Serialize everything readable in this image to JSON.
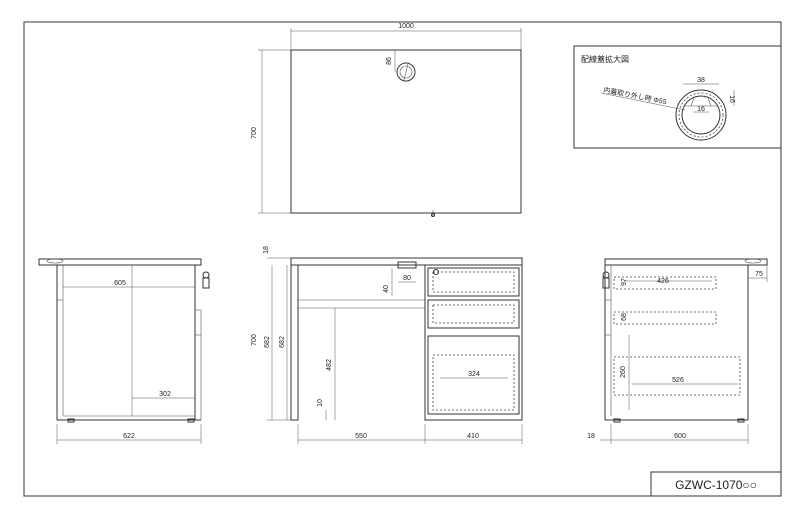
{
  "model_code": "GZWC-1070○○",
  "detail": {
    "title": "配線蓋拡大図",
    "caption": "内蓋取り外し時 Φ55",
    "d38": "38",
    "d16a": "16",
    "d16b": "16"
  },
  "top_view": {
    "width": "1000",
    "depth": "700",
    "hole_offset": "86"
  },
  "left_view": {
    "inner_width": "605",
    "bottom_offset": "302",
    "overall_width": "622"
  },
  "front_view": {
    "top_thickness": "18",
    "height": "700",
    "inner_a": "682",
    "inner_b": "682",
    "knee_height": "482",
    "foot": "10",
    "drawer_gap": "40",
    "handle": "80",
    "leg_width": "550",
    "pedestal_width": "410",
    "file_drawer_width": "324"
  },
  "right_view": {
    "drawer1_width": "426",
    "drawer1_h": "97",
    "drawer2_h": "68",
    "drawer3_h": "260",
    "file_width": "526",
    "overhang": "75",
    "offset": "18",
    "depth": "600"
  }
}
